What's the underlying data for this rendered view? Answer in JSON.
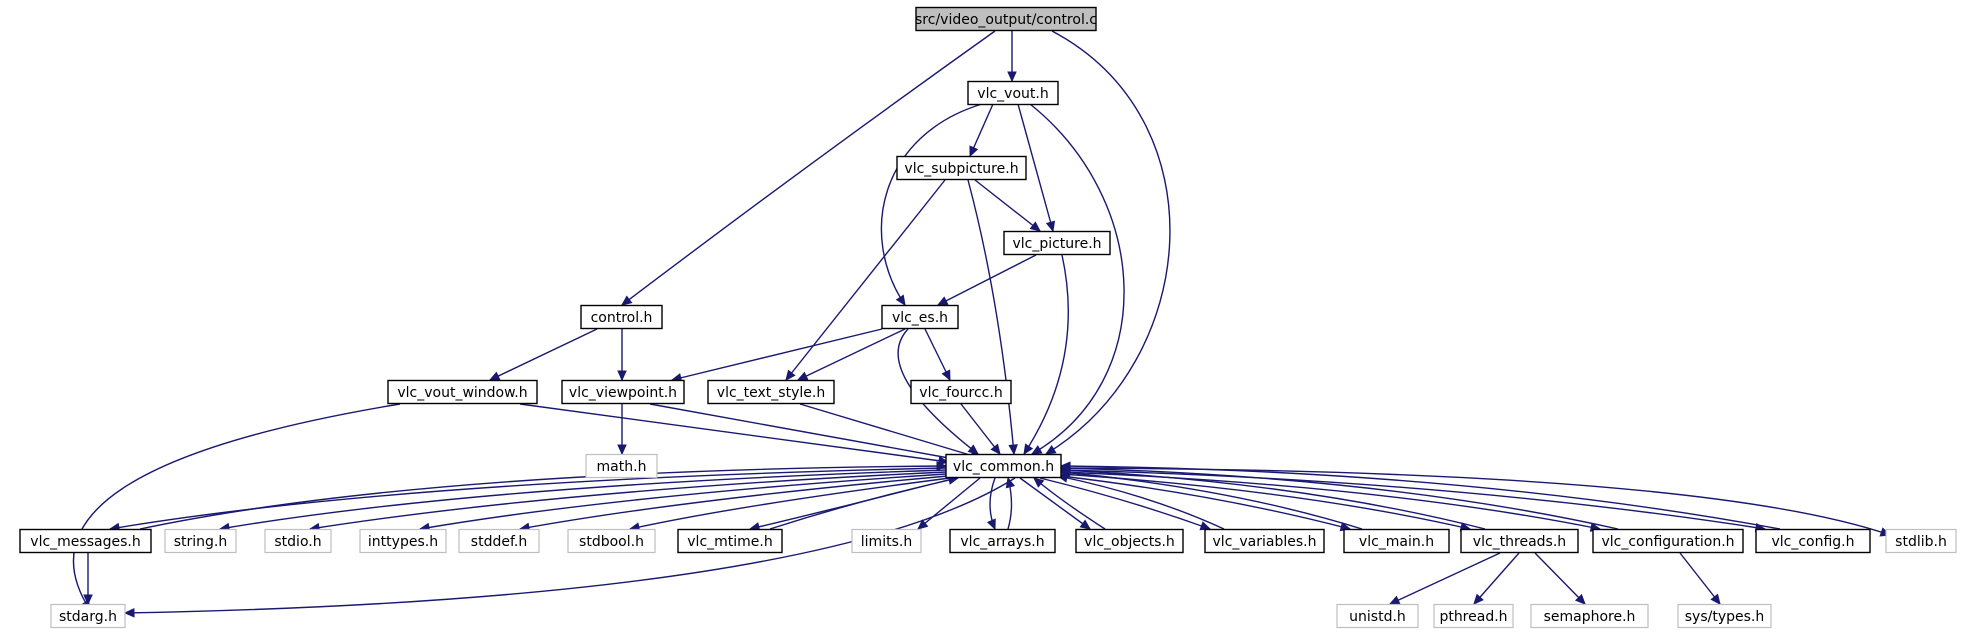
{
  "diagram": {
    "title": "",
    "nodes": [
      {
        "id": "control_c",
        "label": "src/video_output/control.c",
        "style": "root"
      },
      {
        "id": "vlc_vout",
        "label": "vlc_vout.h",
        "style": "plain"
      },
      {
        "id": "vlc_subpicture",
        "label": "vlc_subpicture.h",
        "style": "plain"
      },
      {
        "id": "vlc_picture",
        "label": "vlc_picture.h",
        "style": "plain"
      },
      {
        "id": "control_h",
        "label": "control.h",
        "style": "plain"
      },
      {
        "id": "vlc_es",
        "label": "vlc_es.h",
        "style": "plain"
      },
      {
        "id": "vlc_vout_window",
        "label": "vlc_vout_window.h",
        "style": "plain"
      },
      {
        "id": "vlc_viewpoint",
        "label": "vlc_viewpoint.h",
        "style": "plain"
      },
      {
        "id": "vlc_text_style",
        "label": "vlc_text_style.h",
        "style": "plain"
      },
      {
        "id": "vlc_fourcc",
        "label": "vlc_fourcc.h",
        "style": "plain"
      },
      {
        "id": "math",
        "label": "math.h",
        "style": "ext"
      },
      {
        "id": "vlc_common",
        "label": "vlc_common.h",
        "style": "plain"
      },
      {
        "id": "vlc_messages",
        "label": "vlc_messages.h",
        "style": "plain"
      },
      {
        "id": "string",
        "label": "string.h",
        "style": "ext"
      },
      {
        "id": "stdio",
        "label": "stdio.h",
        "style": "ext"
      },
      {
        "id": "inttypes",
        "label": "inttypes.h",
        "style": "ext"
      },
      {
        "id": "stddef",
        "label": "stddef.h",
        "style": "ext"
      },
      {
        "id": "stdbool",
        "label": "stdbool.h",
        "style": "ext"
      },
      {
        "id": "vlc_mtime",
        "label": "vlc_mtime.h",
        "style": "plain"
      },
      {
        "id": "limits",
        "label": "limits.h",
        "style": "ext"
      },
      {
        "id": "vlc_arrays",
        "label": "vlc_arrays.h",
        "style": "plain"
      },
      {
        "id": "vlc_objects",
        "label": "vlc_objects.h",
        "style": "plain"
      },
      {
        "id": "vlc_variables",
        "label": "vlc_variables.h",
        "style": "plain"
      },
      {
        "id": "vlc_main",
        "label": "vlc_main.h",
        "style": "plain"
      },
      {
        "id": "vlc_threads",
        "label": "vlc_threads.h",
        "style": "plain"
      },
      {
        "id": "vlc_configuration",
        "label": "vlc_configuration.h",
        "style": "plain"
      },
      {
        "id": "vlc_config",
        "label": "vlc_config.h",
        "style": "plain"
      },
      {
        "id": "stdlib",
        "label": "stdlib.h",
        "style": "ext"
      },
      {
        "id": "stdarg",
        "label": "stdarg.h",
        "style": "ext"
      },
      {
        "id": "unistd",
        "label": "unistd.h",
        "style": "ext"
      },
      {
        "id": "pthread",
        "label": "pthread.h",
        "style": "ext"
      },
      {
        "id": "semaphore",
        "label": "semaphore.h",
        "style": "ext"
      },
      {
        "id": "sys_types",
        "label": "sys/types.h",
        "style": "ext"
      }
    ],
    "edges": [
      [
        "control_c",
        "vlc_vout"
      ],
      [
        "control_c",
        "control_h"
      ],
      [
        "control_c",
        "vlc_common"
      ],
      [
        "vlc_vout",
        "vlc_subpicture"
      ],
      [
        "vlc_vout",
        "vlc_picture"
      ],
      [
        "vlc_vout",
        "vlc_es"
      ],
      [
        "vlc_vout",
        "vlc_common"
      ],
      [
        "vlc_subpicture",
        "vlc_picture"
      ],
      [
        "vlc_subpicture",
        "vlc_text_style"
      ],
      [
        "vlc_subpicture",
        "vlc_common"
      ],
      [
        "vlc_picture",
        "vlc_es"
      ],
      [
        "vlc_picture",
        "vlc_common"
      ],
      [
        "control_h",
        "vlc_vout_window"
      ],
      [
        "control_h",
        "vlc_viewpoint"
      ],
      [
        "vlc_es",
        "vlc_viewpoint"
      ],
      [
        "vlc_es",
        "vlc_text_style"
      ],
      [
        "vlc_es",
        "vlc_fourcc"
      ],
      [
        "vlc_es",
        "vlc_common"
      ],
      [
        "vlc_vout_window",
        "vlc_common"
      ],
      [
        "vlc_vout_window",
        "stdarg"
      ],
      [
        "vlc_viewpoint",
        "math"
      ],
      [
        "vlc_viewpoint",
        "vlc_common"
      ],
      [
        "vlc_text_style",
        "vlc_common"
      ],
      [
        "vlc_fourcc",
        "vlc_common"
      ],
      [
        "vlc_common",
        "vlc_messages"
      ],
      [
        "vlc_common",
        "string"
      ],
      [
        "vlc_common",
        "stdio"
      ],
      [
        "vlc_common",
        "inttypes"
      ],
      [
        "vlc_common",
        "stddef"
      ],
      [
        "vlc_common",
        "stdbool"
      ],
      [
        "vlc_common",
        "vlc_mtime"
      ],
      [
        "vlc_common",
        "limits"
      ],
      [
        "vlc_common",
        "vlc_arrays"
      ],
      [
        "vlc_common",
        "vlc_objects"
      ],
      [
        "vlc_common",
        "vlc_variables"
      ],
      [
        "vlc_common",
        "vlc_main"
      ],
      [
        "vlc_common",
        "vlc_threads"
      ],
      [
        "vlc_common",
        "vlc_configuration"
      ],
      [
        "vlc_common",
        "vlc_config"
      ],
      [
        "vlc_common",
        "stdlib"
      ],
      [
        "vlc_common",
        "stdarg"
      ],
      [
        "vlc_messages",
        "vlc_common"
      ],
      [
        "vlc_messages",
        "stdarg"
      ],
      [
        "vlc_mtime",
        "vlc_common"
      ],
      [
        "vlc_arrays",
        "vlc_common"
      ],
      [
        "vlc_objects",
        "vlc_common"
      ],
      [
        "vlc_variables",
        "vlc_common"
      ],
      [
        "vlc_main",
        "vlc_common"
      ],
      [
        "vlc_threads",
        "vlc_common"
      ],
      [
        "vlc_configuration",
        "vlc_common"
      ],
      [
        "vlc_config",
        "vlc_common"
      ],
      [
        "vlc_threads",
        "unistd"
      ],
      [
        "vlc_threads",
        "pthread"
      ],
      [
        "vlc_threads",
        "semaphore"
      ],
      [
        "vlc_configuration",
        "sys_types"
      ]
    ]
  }
}
